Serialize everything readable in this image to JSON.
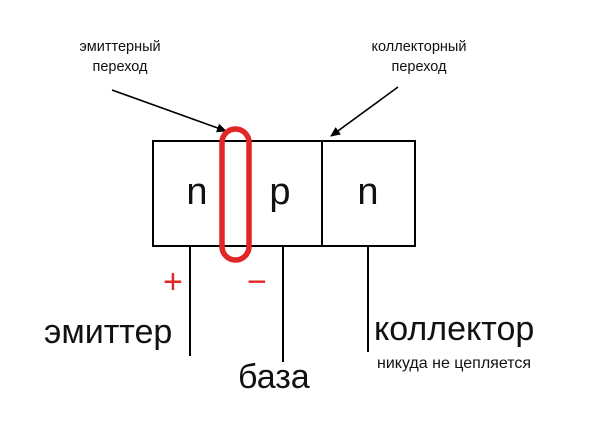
{
  "colors": {
    "highlight": "#e12626",
    "polarity": "#e12626",
    "line": "#000000"
  },
  "junction_labels": {
    "emitter": "эмиттерный\nпереход",
    "collector": "коллекторный\nпереход"
  },
  "regions": [
    "n",
    "p",
    "n"
  ],
  "polarity": {
    "plus": "+",
    "minus": "−"
  },
  "terminals": {
    "emitter": "эмиттер",
    "base": "база",
    "collector": "коллектор",
    "collector_note": "никуда не цепляется"
  }
}
